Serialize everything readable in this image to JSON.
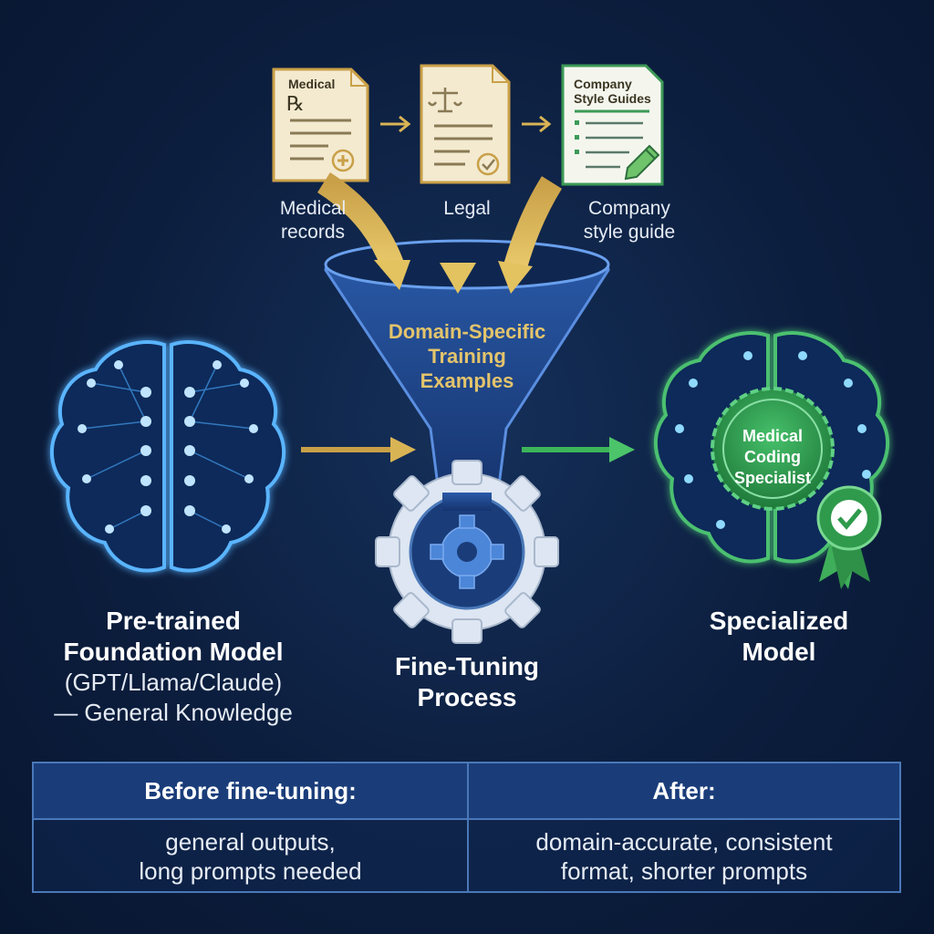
{
  "documents": [
    {
      "title": "Medical",
      "glyph": "℞",
      "caption_line1": "Medical",
      "caption_line2": "records"
    },
    {
      "title": "",
      "glyph": "",
      "caption_line1": "Legal",
      "caption_line2": ""
    },
    {
      "title_line1": "Company",
      "title_line2": "Style Guides",
      "caption_line1": "Company",
      "caption_line2": "style guide"
    }
  ],
  "funnel": {
    "line1": "Domain-Specific",
    "line2": "Training",
    "line3": "Examples"
  },
  "left_model": {
    "line1": "Pre-trained",
    "line2": "Foundation Model",
    "line3": "(GPT/Llama/Claude)",
    "line4": "— General Knowledge"
  },
  "process": {
    "line1": "Fine-Tuning",
    "line2": "Process"
  },
  "right_model": {
    "line1": "Specialized",
    "line2": "Model"
  },
  "badge": {
    "line1": "Medical",
    "line2": "Coding",
    "line3": "Specialist"
  },
  "comparison": {
    "before_header": "Before fine-tuning:",
    "before_line1": "general outputs,",
    "before_line2": "long prompts needed",
    "after_header": "After:",
    "after_line1": "domain-accurate, consistent",
    "after_line2": "format, shorter prompts"
  },
  "colors": {
    "gold": "#d9b455",
    "blue_glow": "#4aa8ff",
    "green": "#3cb55a",
    "navy": "#0c1e3e"
  }
}
